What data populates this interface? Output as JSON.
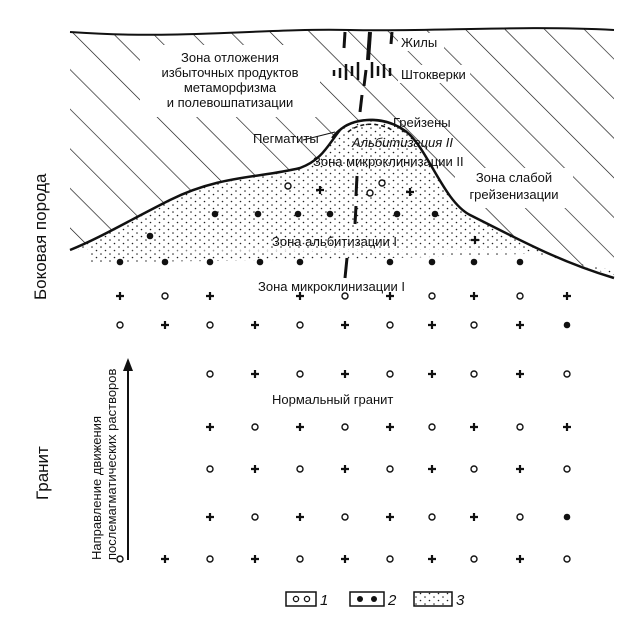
{
  "colors": {
    "ink": "#111111",
    "paper": "#ffffff"
  },
  "labels": {
    "wall_rock": "Боковая порода",
    "granite": "Гранит",
    "deposition_zone": [
      "Зона отложения",
      "избыточных продуктов",
      "метаморфизма",
      "и полевошпатизации"
    ],
    "veins": "Жилы",
    "stockworks": "Штокверки",
    "greisens": "Грейзены",
    "albitization_2": "Альбитизация II",
    "pegmatites": "Пегматиты",
    "microclinization_2": "Зона микроклинизации II",
    "weak_greisen": [
      "Зона слабой",
      "грейзенизации"
    ],
    "albitization_1": "Зона альбитизации I",
    "microclinization_1": "Зона микроклинизации I",
    "normal_granite": "Нормальный гранит",
    "direction": [
      "Направление движения",
      "послемагматических растворов"
    ]
  },
  "legend": [
    {
      "number": "1",
      "icon": "open-circle-icon"
    },
    {
      "number": "2",
      "icon": "filled-dot-icon"
    },
    {
      "number": "3",
      "icon": "stipple-icon"
    }
  ]
}
